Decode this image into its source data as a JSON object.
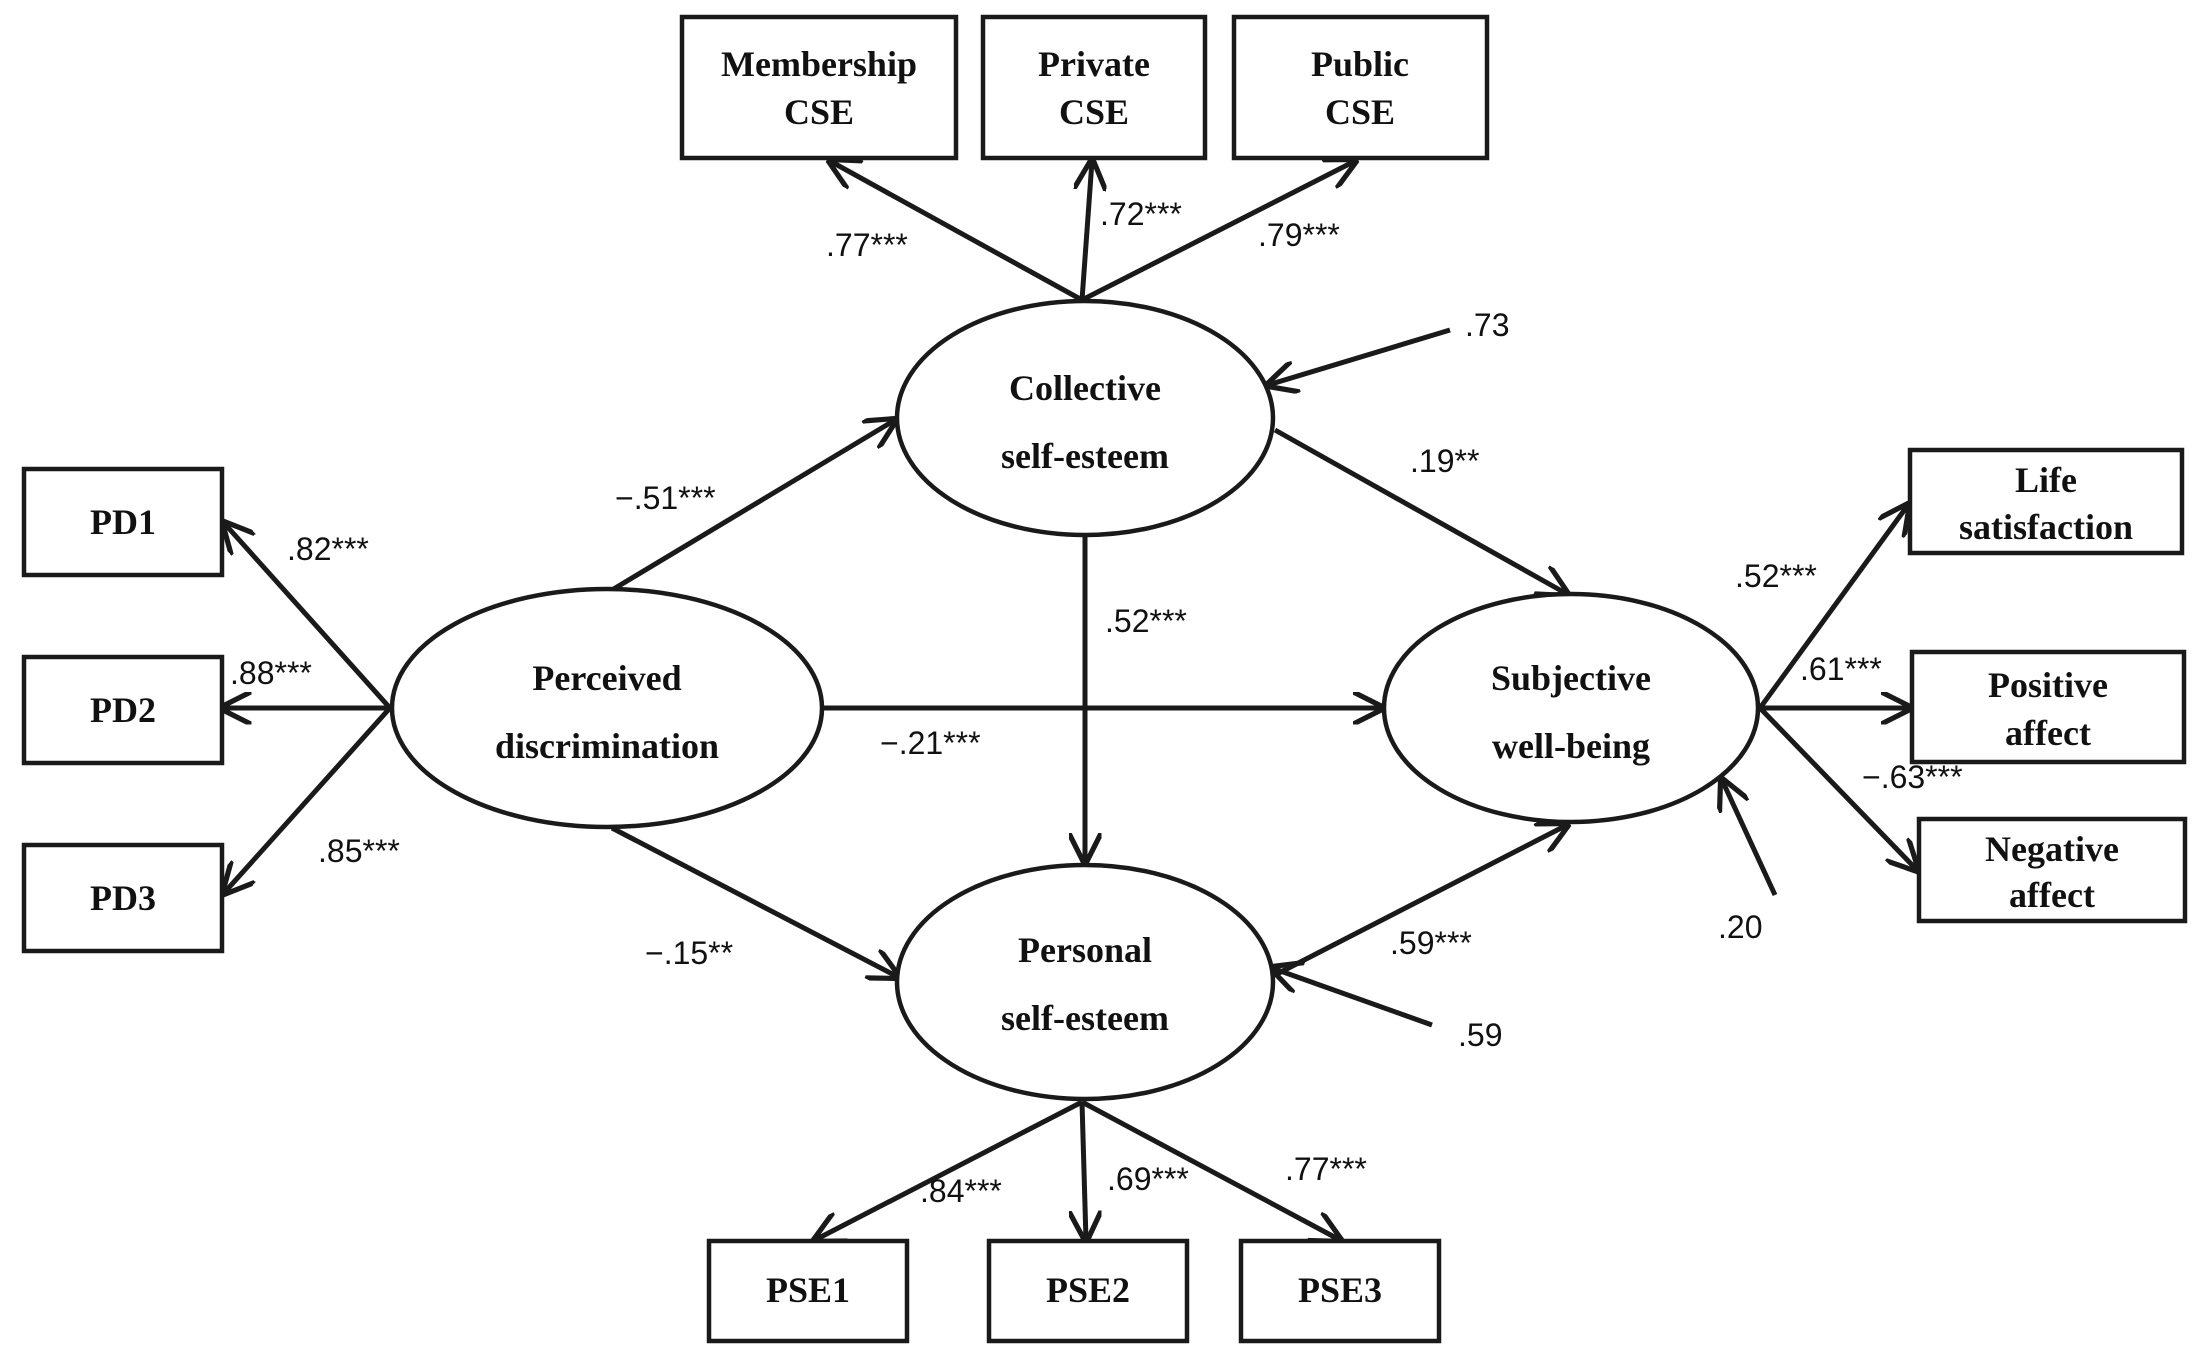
{
  "observed": {
    "membership_cse": [
      "Membership",
      "CSE"
    ],
    "private_cse": [
      "Private",
      "CSE"
    ],
    "public_cse": [
      "Public",
      "CSE"
    ],
    "pd1": [
      "PD1"
    ],
    "pd2": [
      "PD2"
    ],
    "pd3": [
      "PD3"
    ],
    "life_satisfaction": [
      "Life",
      "satisfaction"
    ],
    "positive_affect": [
      "Positive",
      "affect"
    ],
    "negative_affect": [
      "Negative",
      "affect"
    ],
    "pse1": [
      "PSE1"
    ],
    "pse2": [
      "PSE2"
    ],
    "pse3": [
      "PSE3"
    ]
  },
  "latent": {
    "collective": [
      "Collective",
      "self-esteem"
    ],
    "perceived": [
      "Perceived",
      "discrimination"
    ],
    "subjective": [
      "Subjective",
      "well-being"
    ],
    "personal": [
      "Personal",
      "self-esteem"
    ]
  },
  "paths": {
    "coll_membership": ".77***",
    "coll_private": ".72***",
    "coll_public": ".79***",
    "coll_residual": ".73",
    "perc_coll": "−.51***",
    "coll_subj": ".19**",
    "coll_pers": ".52***",
    "perc_pd1": ".82***",
    "perc_pd2": ".88***",
    "perc_pd3": ".85***",
    "perc_subj": "−.21***",
    "perc_pers": "−.15**",
    "subj_life": ".52***",
    "subj_positive": ".61***",
    "subj_negative": "−.63***",
    "subj_residual": ".20",
    "pers_subj": ".59***",
    "pers_residual": ".59",
    "pers_pse1": ".84***",
    "pers_pse2": ".69***",
    "pers_pse3": ".77***"
  }
}
